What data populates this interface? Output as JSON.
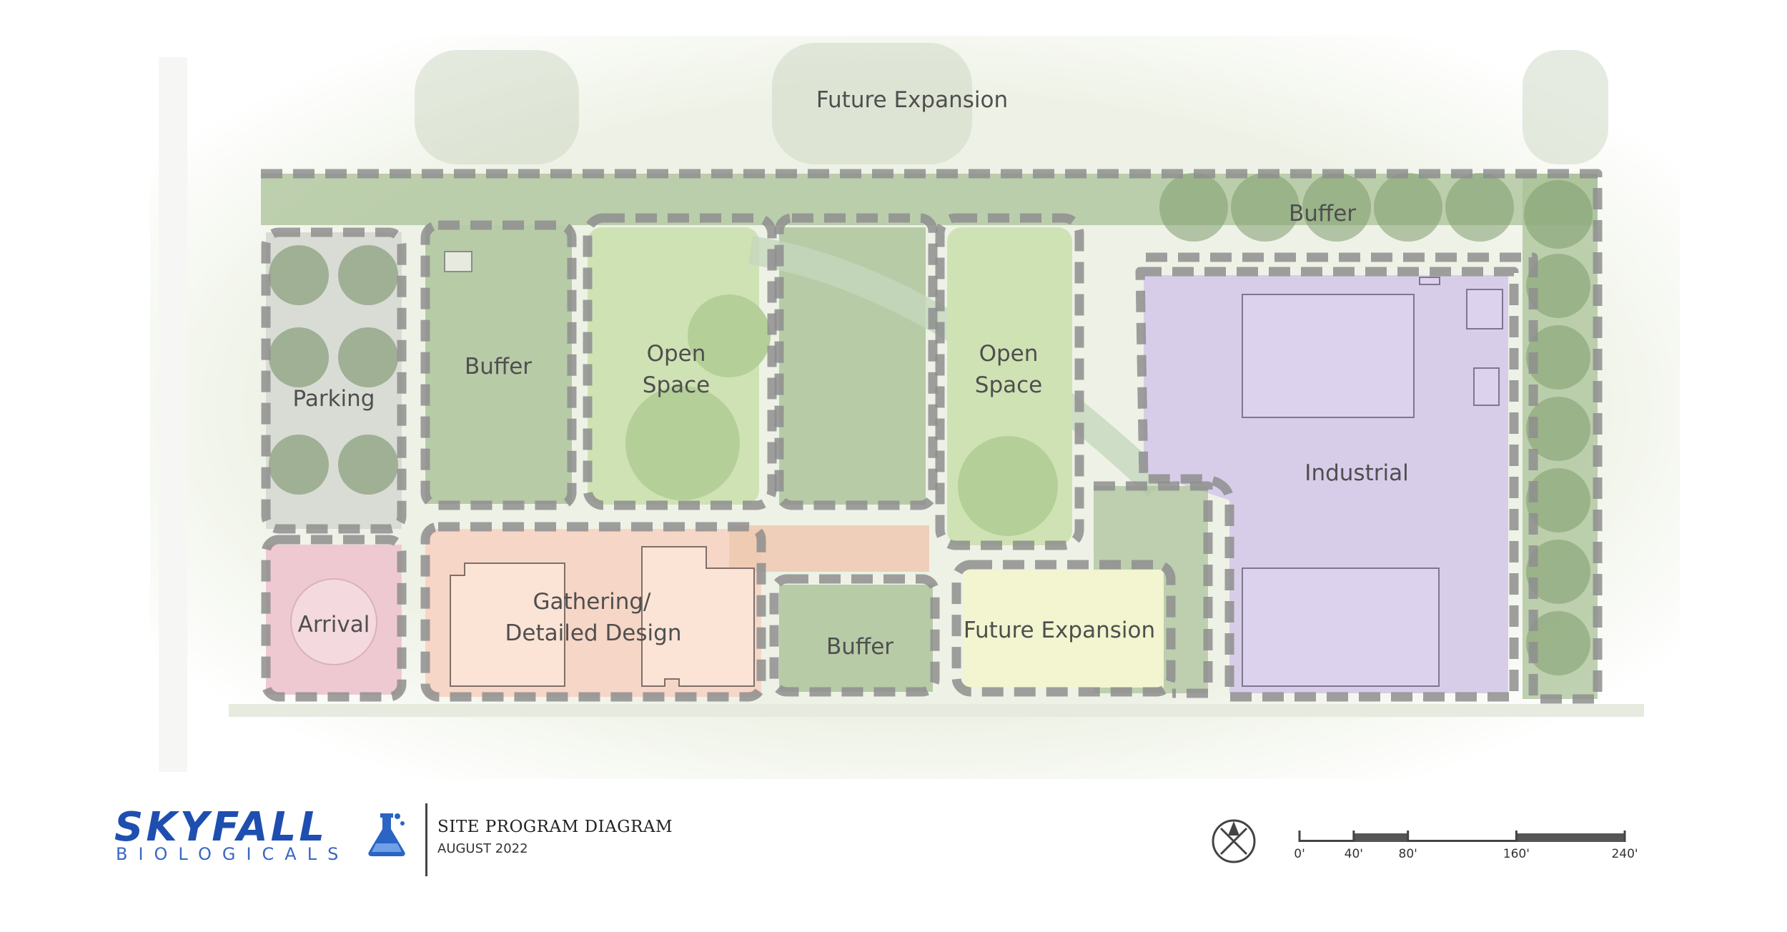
{
  "zones": {
    "future_expansion_top": "Future Expansion",
    "buffer_top": "Buffer",
    "parking": "Parking",
    "buffer_left": "Buffer",
    "open_space_left_1": "Open",
    "open_space_left_2": "Space",
    "open_space_right_1": "Open",
    "open_space_right_2": "Space",
    "industrial": "Industrial",
    "arrival": "Arrival",
    "gathering_1": "Gathering/",
    "gathering_2": "Detailed Design",
    "buffer_bottom": "Buffer",
    "future_expansion_bottom": "Future Expansion"
  },
  "colors": {
    "buffer_green": "#a9c197",
    "open_space_green": "#cfe2b4",
    "industrial_purple": "#d8cde9",
    "gathering_peach": "#f6d6c6",
    "arrival_pink": "#efc9d2",
    "parking_gray": "#d9dcd5",
    "future_expansion_yellow": "#f2f5cf",
    "background_green": "#eef2e6"
  },
  "logo": {
    "name": "SKYFALL",
    "subtitle": "BIOLOGICALS",
    "icon": "flask-icon"
  },
  "title_block": {
    "title": "SITE PROGRAM DIAGRAM",
    "date": "AUGUST 2022"
  },
  "north_arrow": {
    "icon": "north-arrow-icon"
  },
  "scale_bar": {
    "labels": [
      "0'",
      "40'",
      "80'",
      "160'",
      "240'"
    ],
    "values_ft": [
      0,
      40,
      80,
      160,
      240
    ]
  }
}
